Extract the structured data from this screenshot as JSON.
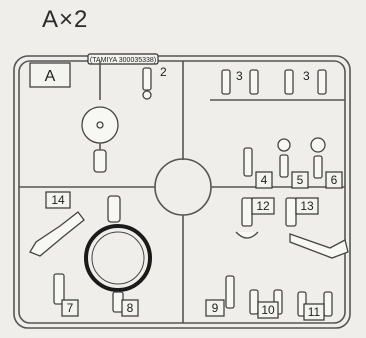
{
  "title": "A×2",
  "frame_label": "A",
  "maker_text": "(TAMIYA 300035338)",
  "part_numbers": [
    "2",
    "3",
    "3",
    "4",
    "5",
    "6",
    "12",
    "13",
    "14",
    "7",
    "8",
    "9",
    "10",
    "11"
  ]
}
